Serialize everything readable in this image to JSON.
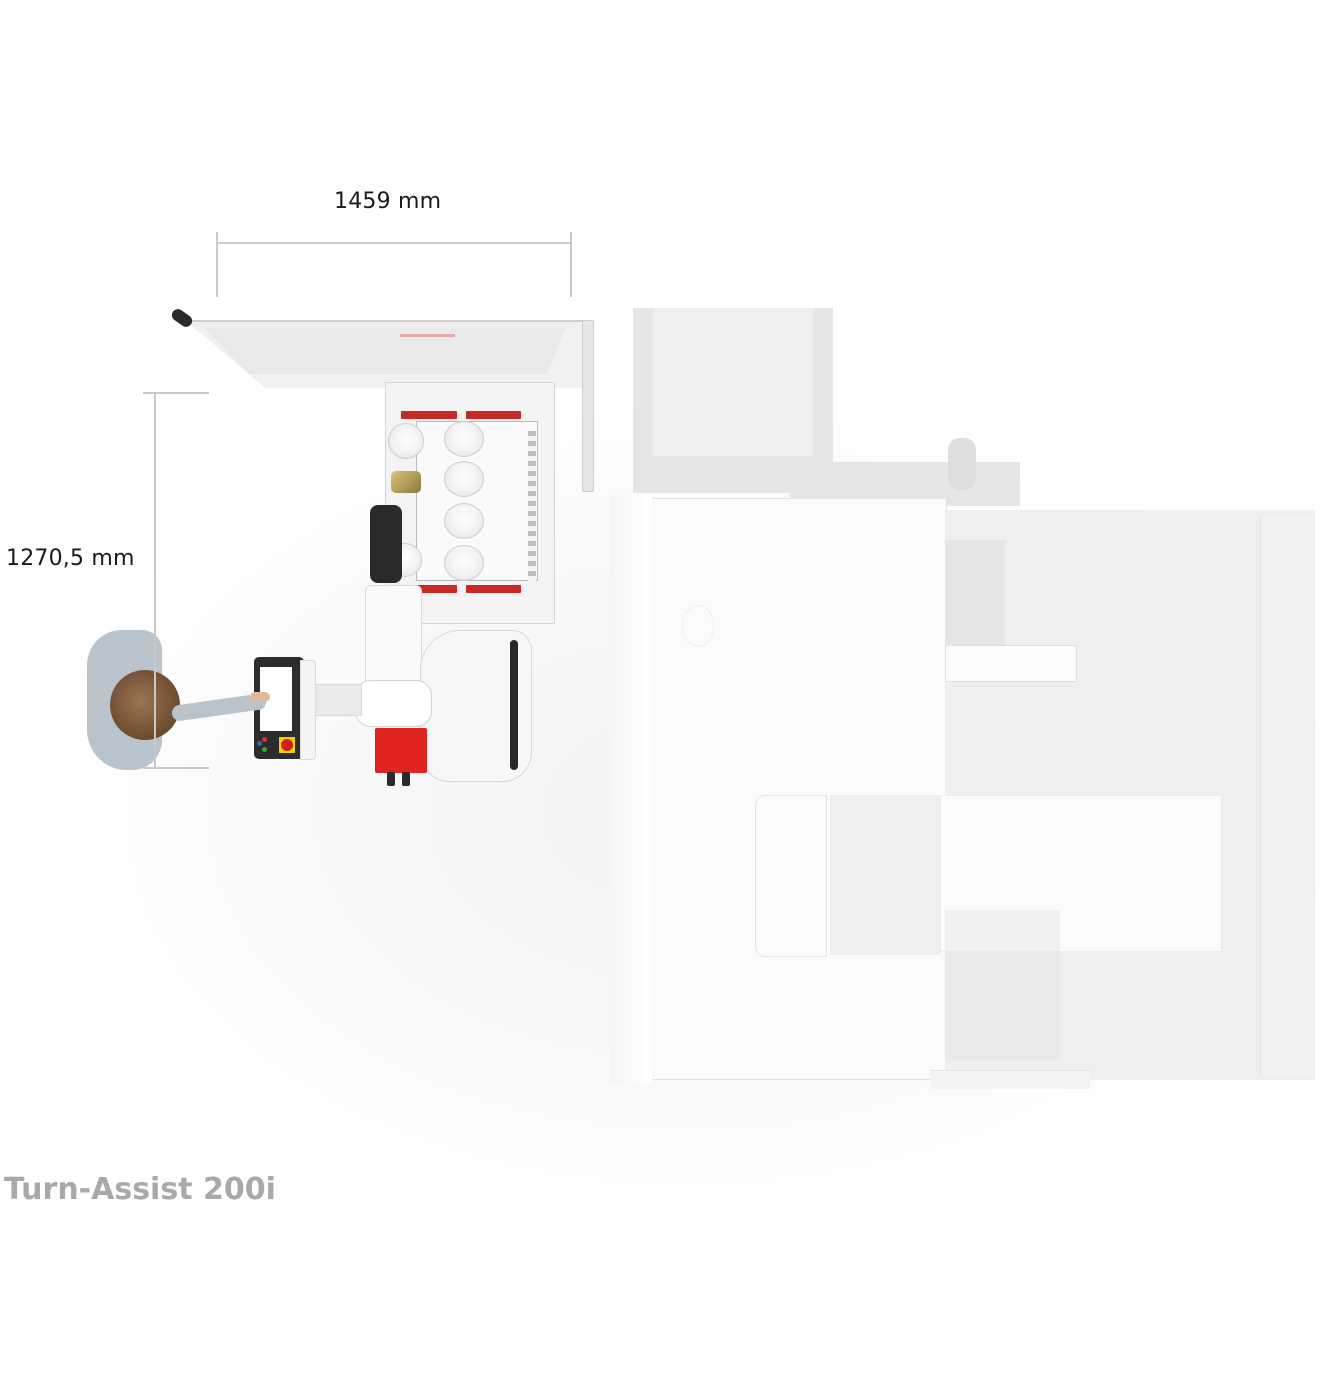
{
  "dimensions": {
    "width_label": "1459 mm",
    "depth_label": "1270,5 mm"
  },
  "caption": {
    "product_name": "Turn-Assist 200i"
  },
  "colors": {
    "accent_red": "#c72a24",
    "gripper_red": "#e02320",
    "caption_grey": "#a9a9a9",
    "dimension_line": "#c9c9c9",
    "text_dark": "#1a1a1a"
  },
  "scene": {
    "components": [
      {
        "name": "operator",
        "description": "person at control panel"
      },
      {
        "name": "control-panel",
        "description": "touchscreen HMI with emergency stop"
      },
      {
        "name": "robot-arm",
        "description": "collaborative robot with red gripper"
      },
      {
        "name": "parts-drawer",
        "description": "open drawer with workpiece trays"
      },
      {
        "name": "cnc-machine",
        "description": "faded lathe in background"
      }
    ]
  }
}
